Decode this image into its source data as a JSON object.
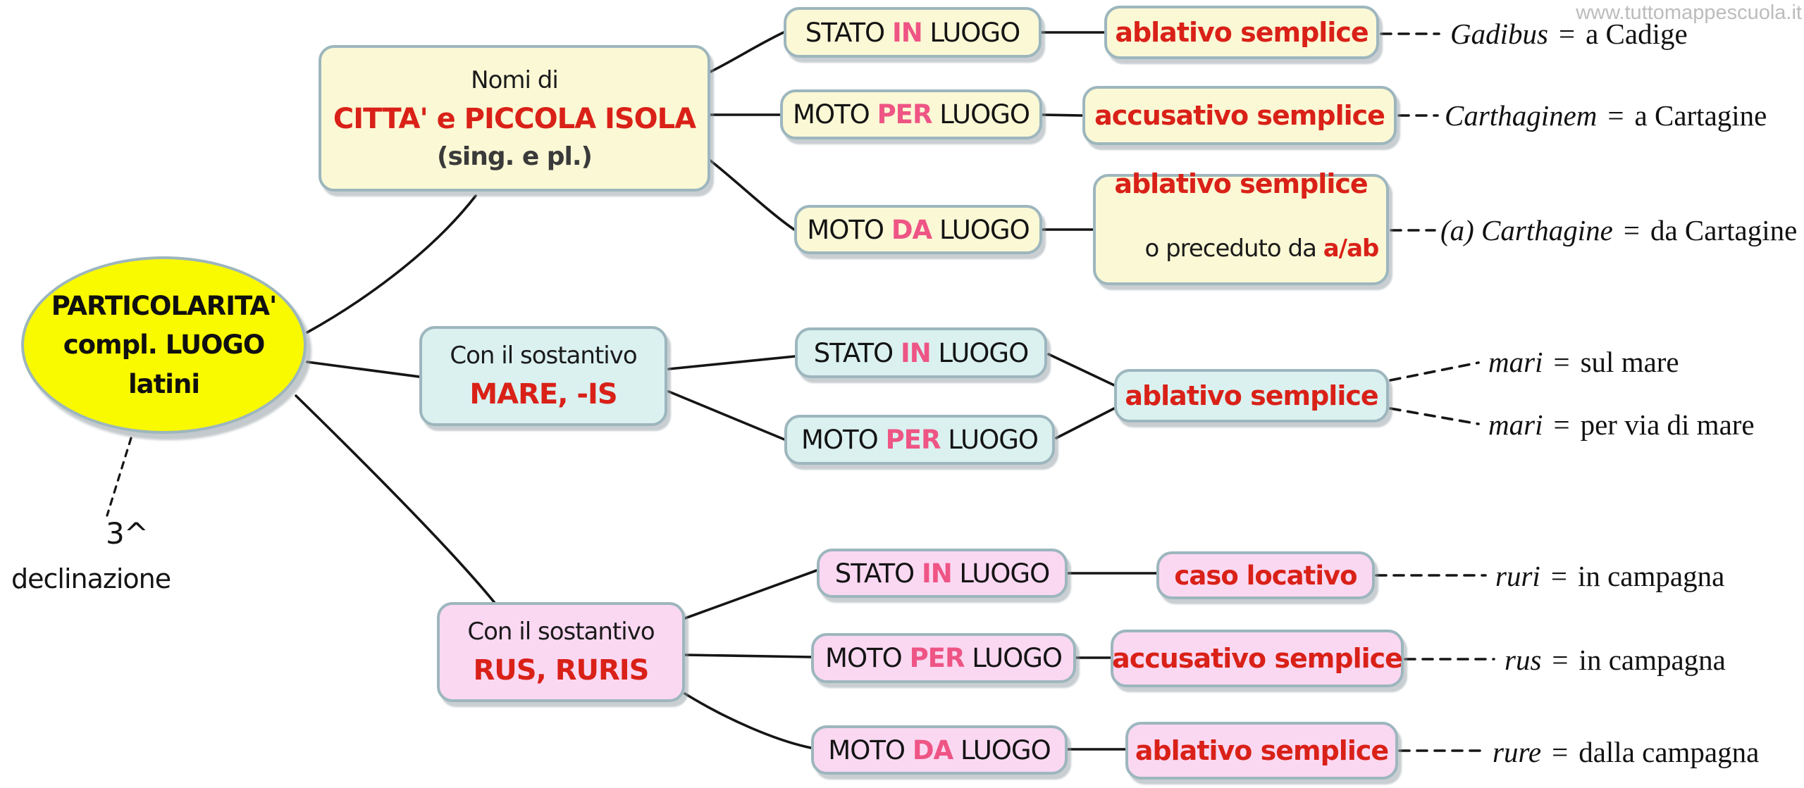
{
  "watermark": "www.tuttomappescuola.it",
  "root_node": {
    "line1": "PARTICOLARITA'",
    "line2": "compl. LUOGO",
    "line3": "latini"
  },
  "note": {
    "line1": "3^",
    "line2": "declinazione"
  },
  "citta": {
    "title1": "Nomi di",
    "title2": "CITTA' e PICCOLA ISOLA",
    "title3": "(sing. e pl.)",
    "stato": {
      "pre": "STATO ",
      "hl": "IN",
      "post": " LUOGO"
    },
    "stato_result": "ablativo semplice",
    "stato_example": {
      "latin": "Gadibus",
      "eq": "=",
      "italian": "a Cadige"
    },
    "moto_per": {
      "pre": "MOTO ",
      "hl": "PER",
      "post": " LUOGO"
    },
    "moto_per_result": "accusativo semplice",
    "moto_per_example": {
      "latin": "Carthaginem",
      "eq": "=",
      "italian": "a Cartagine"
    },
    "moto_da": {
      "pre": "MOTO ",
      "hl": "DA",
      "post": " LUOGO"
    },
    "moto_da_result_line1": "ablativo semplice",
    "moto_da_result_line2_pre": "o preceduto da ",
    "moto_da_result_line2_hl": "a/ab",
    "moto_da_example": {
      "latin": "(a) Carthagine",
      "eq": "=",
      "italian": "da Cartagine"
    }
  },
  "mare": {
    "title1": "Con il sostantivo",
    "title2": "MARE, -IS",
    "stato": {
      "pre": "STATO ",
      "hl": "IN",
      "post": " LUOGO"
    },
    "moto_per": {
      "pre": "MOTO ",
      "hl": "PER",
      "post": " LUOGO"
    },
    "result": "ablativo semplice",
    "example1": {
      "latin": "mari",
      "eq": "=",
      "italian": "sul mare"
    },
    "example2": {
      "latin": "mari",
      "eq": "=",
      "italian": "per via di mare"
    }
  },
  "rus": {
    "title1": "Con il sostantivo",
    "title2": "RUS, RURIS",
    "stato": {
      "pre": "STATO ",
      "hl": "IN",
      "post": " LUOGO"
    },
    "stato_result": "caso locativo",
    "stato_example": {
      "latin": "ruri",
      "eq": "=",
      "italian": "in campagna"
    },
    "moto_per": {
      "pre": "MOTO ",
      "hl": "PER",
      "post": " LUOGO"
    },
    "moto_per_result": "accusativo semplice",
    "moto_per_example": {
      "latin": "rus",
      "eq": "=",
      "italian": "in campagna"
    },
    "moto_da": {
      "pre": "MOTO ",
      "hl": "DA",
      "post": " LUOGO"
    },
    "moto_da_result": "ablativo semplice",
    "moto_da_example": {
      "latin": "rure",
      "eq": "=",
      "italian": "dalla campagna"
    }
  },
  "colors": {
    "root_fill": "#f9f900",
    "yellow_fill": "#fbf8d5",
    "cyan_fill": "#daf1f0",
    "pink_fill": "#fad8f2",
    "border": "#9db6be",
    "red_text": "#d92118",
    "pink_highlight": "#ee5585",
    "line": "#151515",
    "watermark_gray": "#bcbcbc"
  }
}
